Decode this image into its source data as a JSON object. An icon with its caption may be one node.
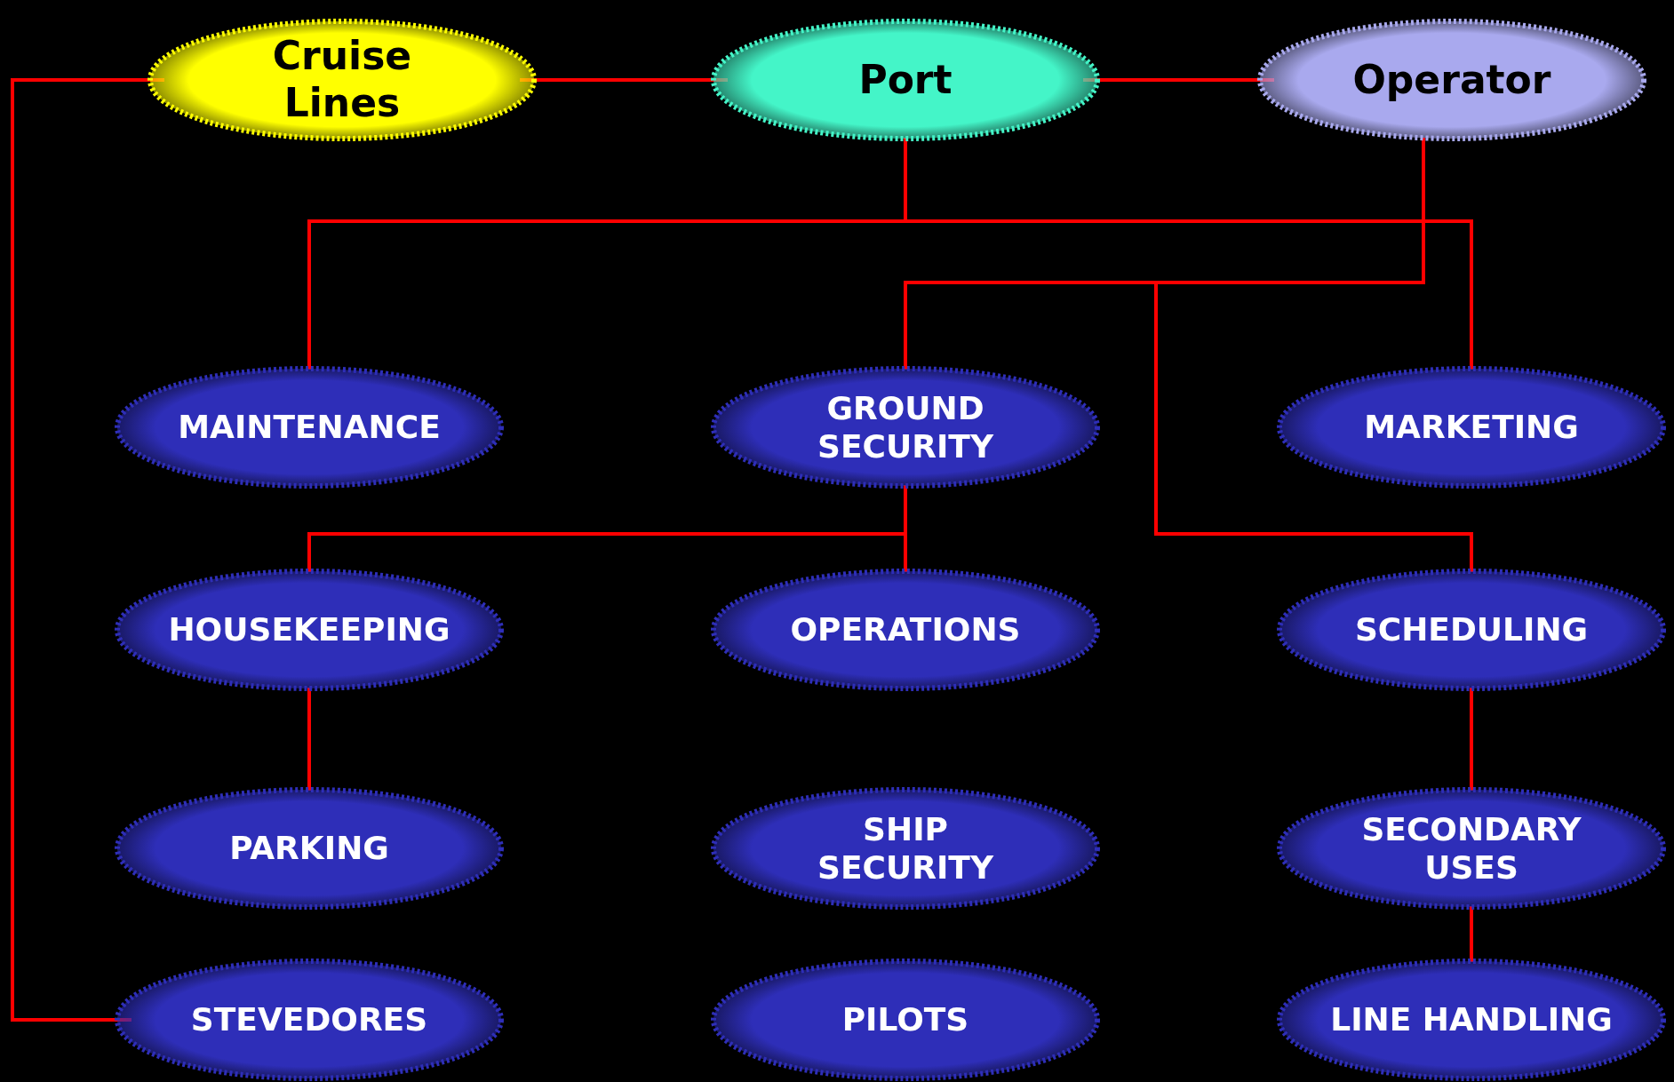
{
  "diagram": {
    "nodes": [
      {
        "text": [
          "Cruise Lines"
        ]
      },
      {
        "text": [
          "Port"
        ]
      },
      {
        "text": [
          "Operator"
        ]
      },
      {
        "text": [
          "MAINTENANCE"
        ]
      },
      {
        "text": [
          "GROUND SECURITY"
        ]
      },
      {
        "text": [
          "MARKETING"
        ]
      },
      {
        "text": [
          "HOUSEKEEPING"
        ]
      },
      {
        "text": [
          "OPERATIONS"
        ]
      },
      {
        "text": [
          "SCHEDULING"
        ]
      },
      {
        "text": [
          "PARKING"
        ]
      },
      {
        "text": [
          "SHIP SECURITY"
        ]
      },
      {
        "text": [
          "SECONDARY USES"
        ]
      },
      {
        "text": [
          "STEVEDORES"
        ]
      },
      {
        "text": [
          "PILOTS"
        ]
      },
      {
        "text": [
          "LINE HANDLING"
        ]
      }
    ],
    "edges": [
      {
        "from": 0,
        "to": 1,
        "arrow": "none"
      },
      {
        "from": 1,
        "to": 2,
        "arrow": "none"
      },
      {
        "from": 0,
        "to": 12,
        "arrow": "none"
      },
      {
        "from": 1,
        "to": 3,
        "arrow": "none"
      },
      {
        "from": 1,
        "to": 5,
        "arrow": "none"
      },
      {
        "from": 2,
        "to": 4,
        "arrow": "none"
      },
      {
        "from": 2,
        "to": 8,
        "arrow": "none"
      },
      {
        "from": 4,
        "to": 6,
        "arrow": "none"
      },
      {
        "from": 4,
        "to": 7,
        "arrow": "none"
      },
      {
        "from": 6,
        "to": 9,
        "arrow": "none"
      },
      {
        "from": 8,
        "to": 11,
        "arrow": "none"
      },
      {
        "from": 11,
        "to": 14,
        "arrow": "none"
      }
    ]
  }
}
